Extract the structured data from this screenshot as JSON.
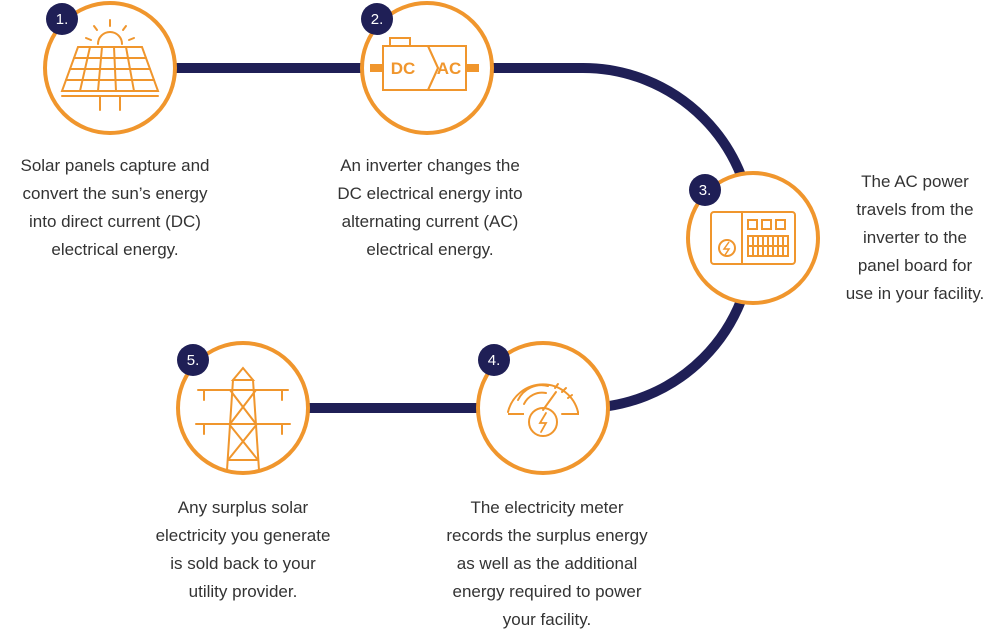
{
  "colors": {
    "accent": "#f0962d",
    "connector": "#1f1f56",
    "badge": "#1f1f56",
    "text": "#333333"
  },
  "steps": [
    {
      "number": "1.",
      "icon": "solar-panel-icon",
      "lines": [
        "Solar panels capture and",
        "convert the sun’s energy",
        "into direct current (DC)",
        "electrical energy."
      ]
    },
    {
      "number": "2.",
      "icon": "inverter-icon",
      "icon_labels": [
        "DC",
        "AC"
      ],
      "lines": [
        "An inverter changes the",
        "DC electrical energy into",
        "alternating current (AC)",
        "electrical energy."
      ]
    },
    {
      "number": "3.",
      "icon": "panel-board-icon",
      "lines": [
        "The AC power",
        "travels from the",
        "inverter to the",
        "panel board for",
        "use in your facility."
      ]
    },
    {
      "number": "4.",
      "icon": "electricity-meter-icon",
      "lines": [
        "The electricity meter",
        "records the surplus energy",
        "as well as the additional",
        "energy required to power",
        "your facility."
      ]
    },
    {
      "number": "5.",
      "icon": "transmission-tower-icon",
      "lines": [
        "Any surplus solar",
        "electricity you generate",
        "is sold back to your",
        "utility provider."
      ]
    }
  ]
}
